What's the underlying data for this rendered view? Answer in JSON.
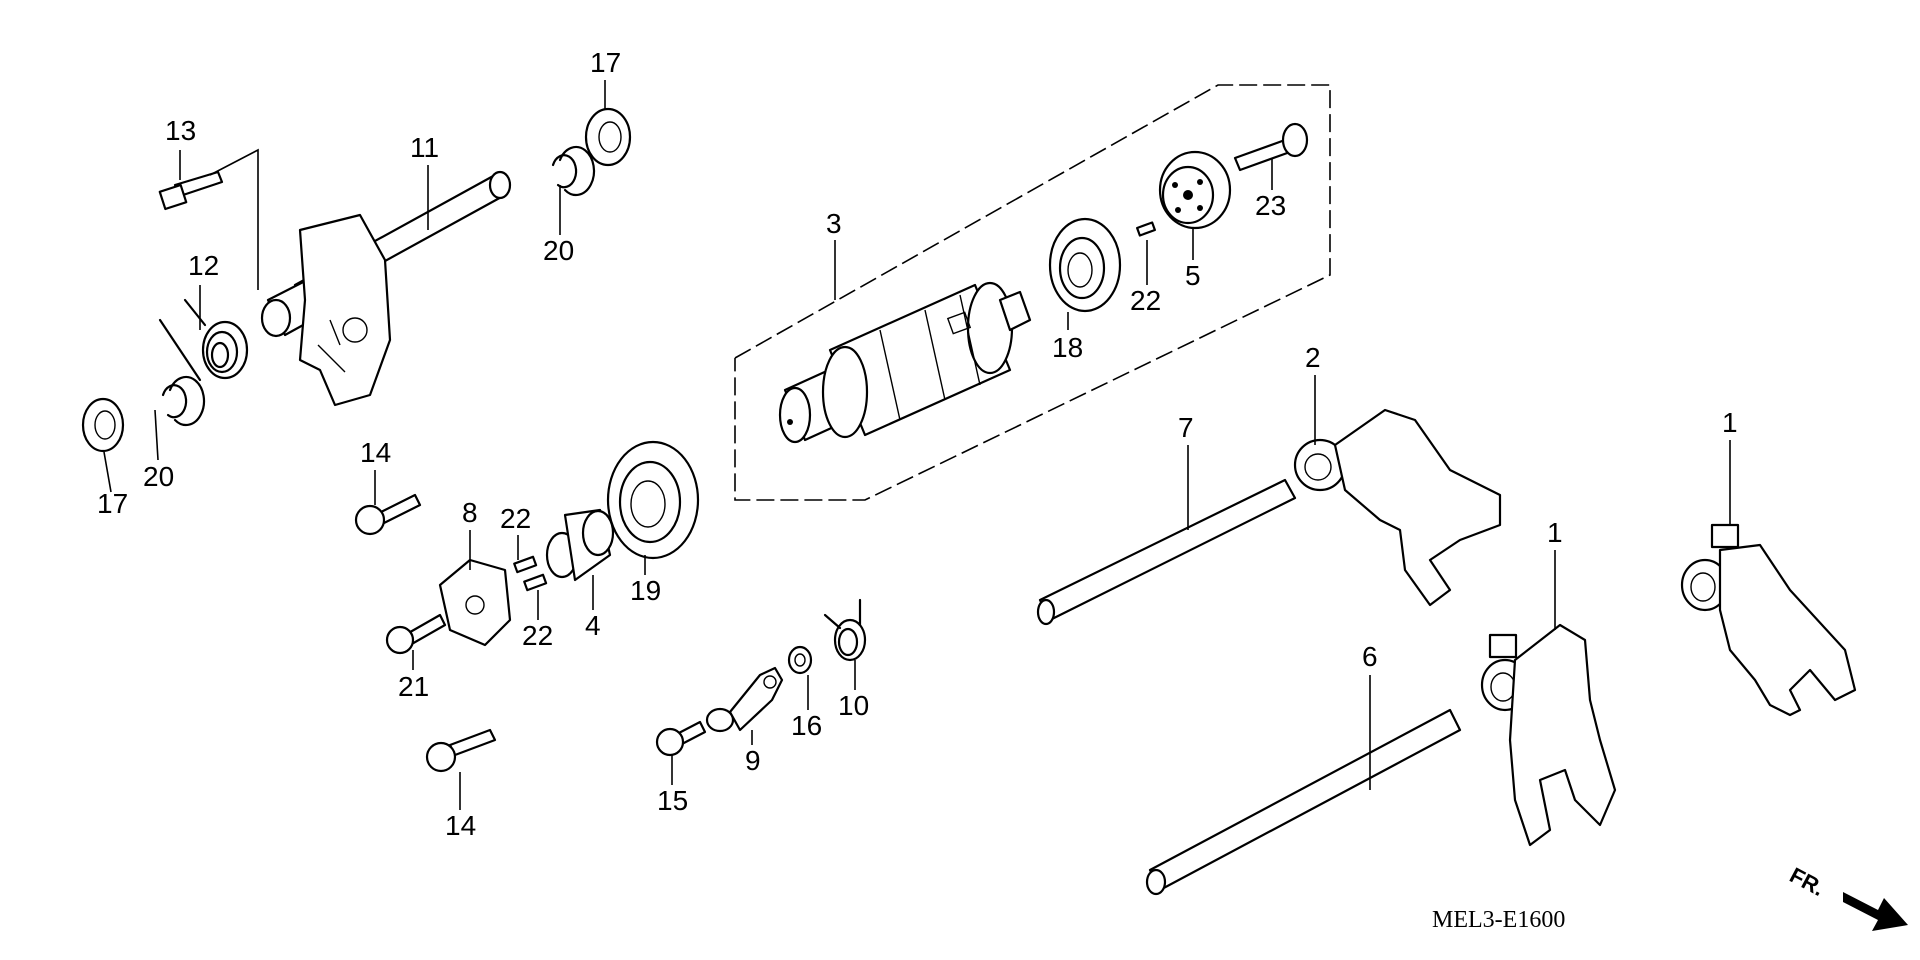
{
  "diagram_code": "MEL3-E1600",
  "direction_label": "FR.",
  "callouts": {
    "c1a": "1",
    "c1b": "1",
    "c2": "2",
    "c3": "3",
    "c4": "4",
    "c5": "5",
    "c6": "6",
    "c7": "7",
    "c8": "8",
    "c9": "9",
    "c10": "10",
    "c11": "11",
    "c12": "12",
    "c13": "13",
    "c14a": "14",
    "c14b": "14",
    "c15": "15",
    "c16": "16",
    "c17a": "17",
    "c17b": "17",
    "c18": "18",
    "c19": "19",
    "c20a": "20",
    "c20b": "20",
    "c21": "21",
    "c22a": "22",
    "c22b": "22",
    "c22c": "22",
    "c23": "23"
  },
  "icons": {
    "direction": "arrow-right-down-icon"
  }
}
